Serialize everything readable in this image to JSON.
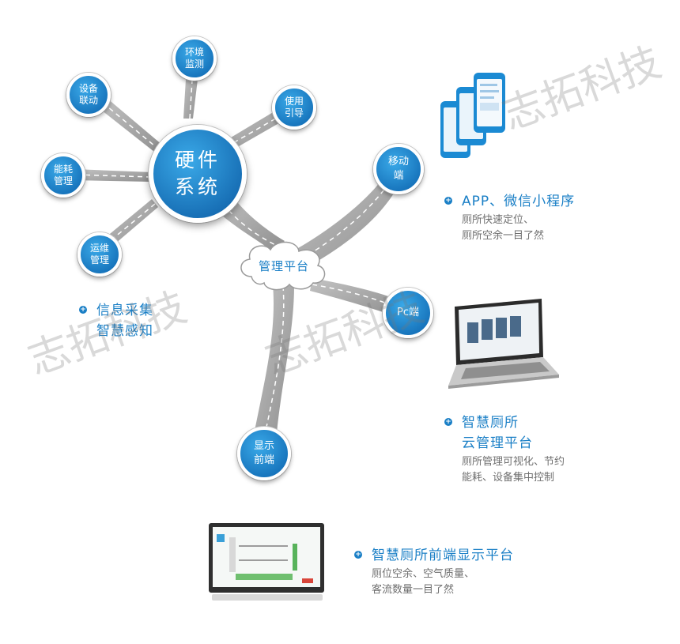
{
  "hub": {
    "label_line1": "硬件",
    "label_line2": "系统"
  },
  "satellites": [
    {
      "id": "env",
      "line1": "环境",
      "line2": "监测"
    },
    {
      "id": "link",
      "line1": "设备",
      "line2": "联动"
    },
    {
      "id": "guide",
      "line1": "使用",
      "line2": "引导"
    },
    {
      "id": "energy",
      "line1": "能耗",
      "line2": "管理"
    },
    {
      "id": "ops",
      "line1": "运维",
      "line2": "管理"
    }
  ],
  "cloud": {
    "label": "管理平台"
  },
  "terminals": {
    "mobile": {
      "line1": "移动",
      "line2": "端"
    },
    "pc": {
      "line1": "Pc端",
      "line2": ""
    },
    "display": {
      "line1": "显示",
      "line2": "前端"
    }
  },
  "sections": {
    "info": {
      "title_line1": "信息采集",
      "title_line2": "智慧感知"
    },
    "app": {
      "title": "APP、微信小程序",
      "desc_line1": "厕所快速定位、",
      "desc_line2": "厕所空余一目了然"
    },
    "cloud": {
      "title_line1": "智慧厕所",
      "title_line2": "云管理平台",
      "desc_line1": "厕所管理可视化、节约",
      "desc_line2": "能耗、设备集中控制"
    },
    "front": {
      "title": "智慧厕所前端显示平台",
      "desc_line1": "厕位空余、空气质量、",
      "desc_line2": "客流数量一目了然"
    }
  },
  "watermark": "志拓科技",
  "colors": {
    "accent": "#1a7fc6",
    "node_dark": "#0b62ad",
    "node_light": "#3aa9e8",
    "connector": "#a9a9a9"
  }
}
